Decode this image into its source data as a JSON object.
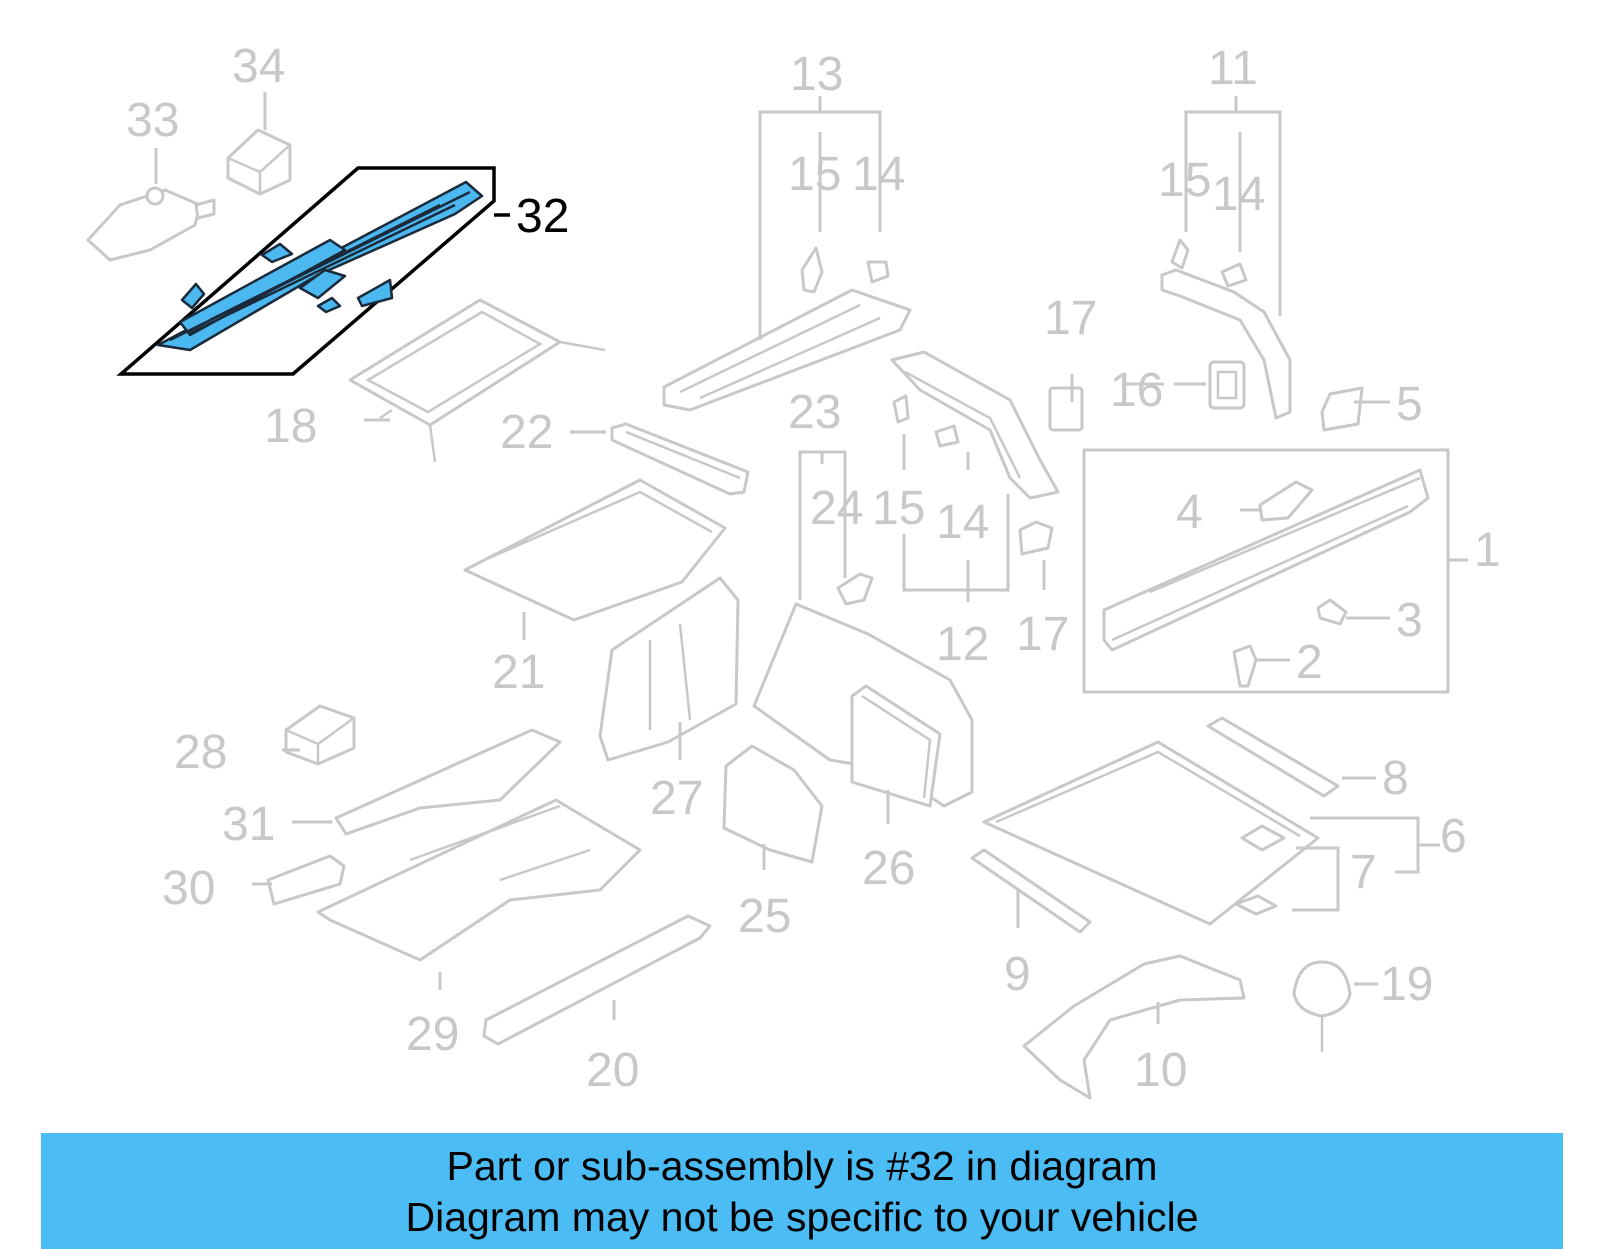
{
  "labels": {
    "l1": "1",
    "l2": "2",
    "l3": "3",
    "l4": "4",
    "l5": "5",
    "l6": "6",
    "l7": "7",
    "l8": "8",
    "l9": "9",
    "l10": "10",
    "l11": "11",
    "l12": "12",
    "l13": "13",
    "l14a": "14",
    "l14b": "14",
    "l14c": "14",
    "l15a": "15",
    "l15b": "15",
    "l15c": "15",
    "l16": "16",
    "l17a": "17",
    "l17b": "17",
    "l18": "18",
    "l19": "19",
    "l20": "20",
    "l21": "21",
    "l22": "22",
    "l23": "23",
    "l24": "24",
    "l25": "25",
    "l26": "26",
    "l27": "27",
    "l28": "28",
    "l29": "29",
    "l30": "30",
    "l31": "31",
    "l32": "32",
    "l33": "33",
    "l34": "34"
  },
  "highlight": {
    "part_number": "32",
    "color": "#4cb8f0"
  },
  "banner": {
    "line1": "Part or sub-assembly is #32 in diagram",
    "line2": "Diagram may not be specific to your vehicle",
    "color": "#4cbcf4"
  }
}
